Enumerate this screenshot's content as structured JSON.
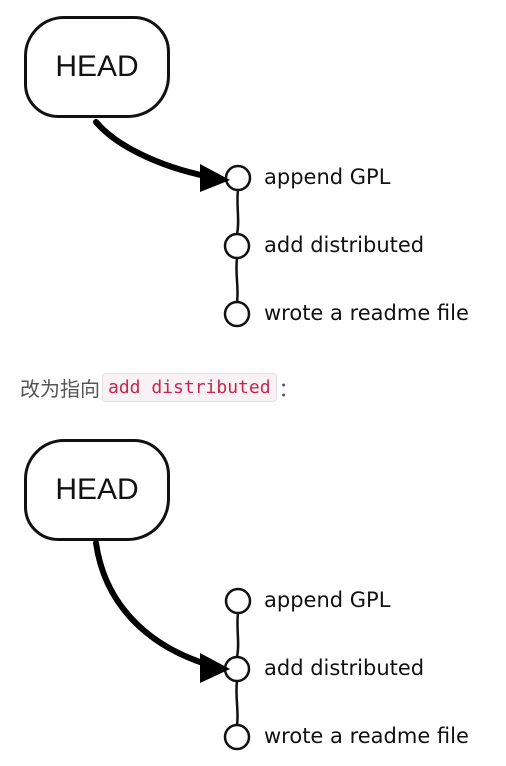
{
  "before": {
    "head_label": "HEAD",
    "commits": [
      "append GPL",
      "add distributed",
      "wrote a readme file"
    ]
  },
  "caption": {
    "prefix": "改为指向",
    "code": "add distributed",
    "suffix": "："
  },
  "after": {
    "head_label": "HEAD",
    "commits": [
      "append GPL",
      "add distributed",
      "wrote a readme file"
    ]
  },
  "colors": {
    "ink": "#111111",
    "code_text": "#c7254e",
    "code_bg": "#f9f2f4"
  }
}
